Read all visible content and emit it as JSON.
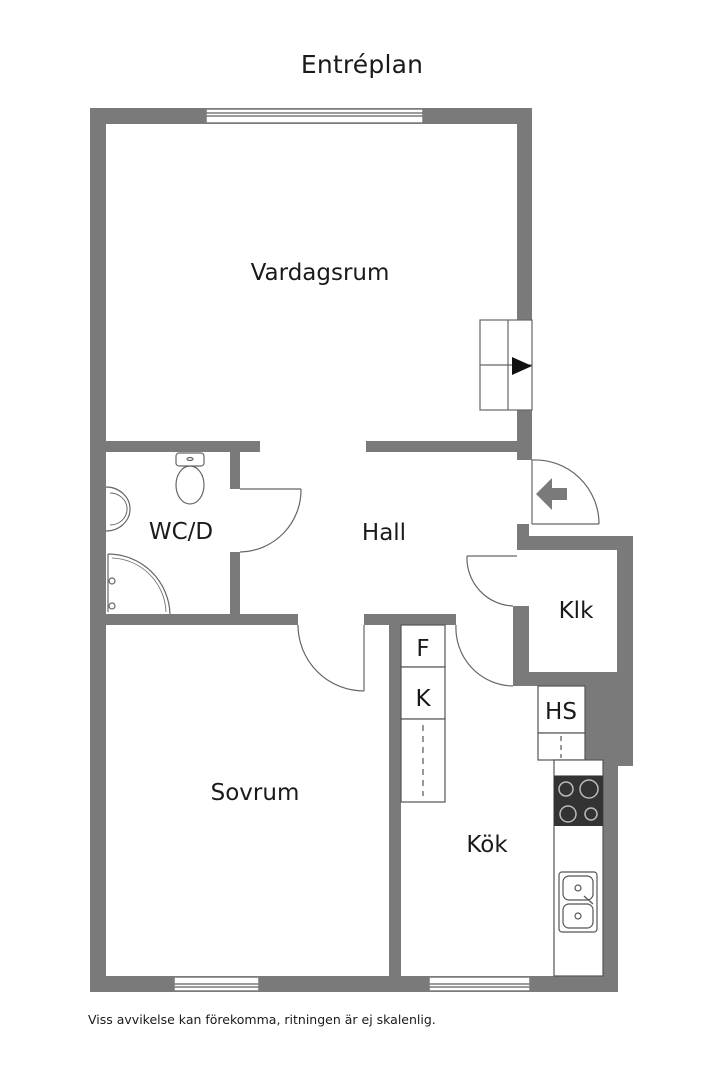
{
  "plan": {
    "title": "Entréplan",
    "disclaimer": "Viss avvikelse kan förekomma, ritningen är ej skalenlig.",
    "rooms": {
      "living_room": "Vardagsrum",
      "wc": "WC/D",
      "hall": "Hall",
      "closet": "Klk",
      "bedroom": "Sovrum",
      "kitchen": "Kök",
      "fridge": "F",
      "freezer": "K",
      "linen_cupboard": "HS"
    },
    "colors": {
      "wall": "#7a7a7a",
      "fixture_line": "#555555",
      "stove_top": "#333333"
    }
  }
}
